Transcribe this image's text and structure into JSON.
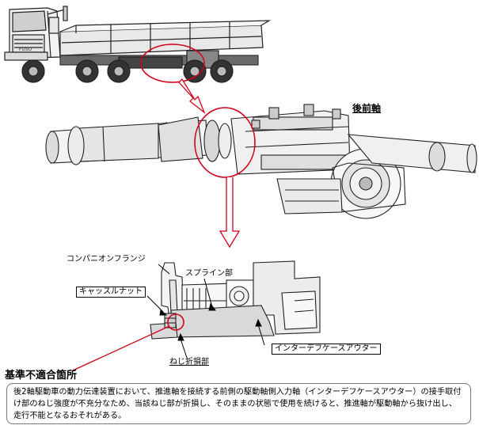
{
  "labels": {
    "rear_front_axle": "後前軸",
    "companion_flange": "コンパニオンフランジ",
    "spline_part": "スプライン部",
    "castle_nut": "キャッスルナット",
    "interdiff_case_outer": "インターデフケースアウター",
    "thread_damage_part": "ねじ折損部"
  },
  "truck_grille_text": "FUSO",
  "section_title": "基準不適合箇所",
  "description": "後2軸駆動車の動力伝達装置において、推進軸を接続する前側の駆動軸側入力軸（インターデフケースアウター）の接手取付け部のねじ強度が不充分なため、当該ねじ部が折損し、そのままの状態で使用を続けると、推進軸が駆動軸から抜け出し、走行不能となるおそれがある。",
  "colors": {
    "highlight": "#d0021b",
    "part_fill": "#d9d9d9",
    "line": "#000000"
  }
}
